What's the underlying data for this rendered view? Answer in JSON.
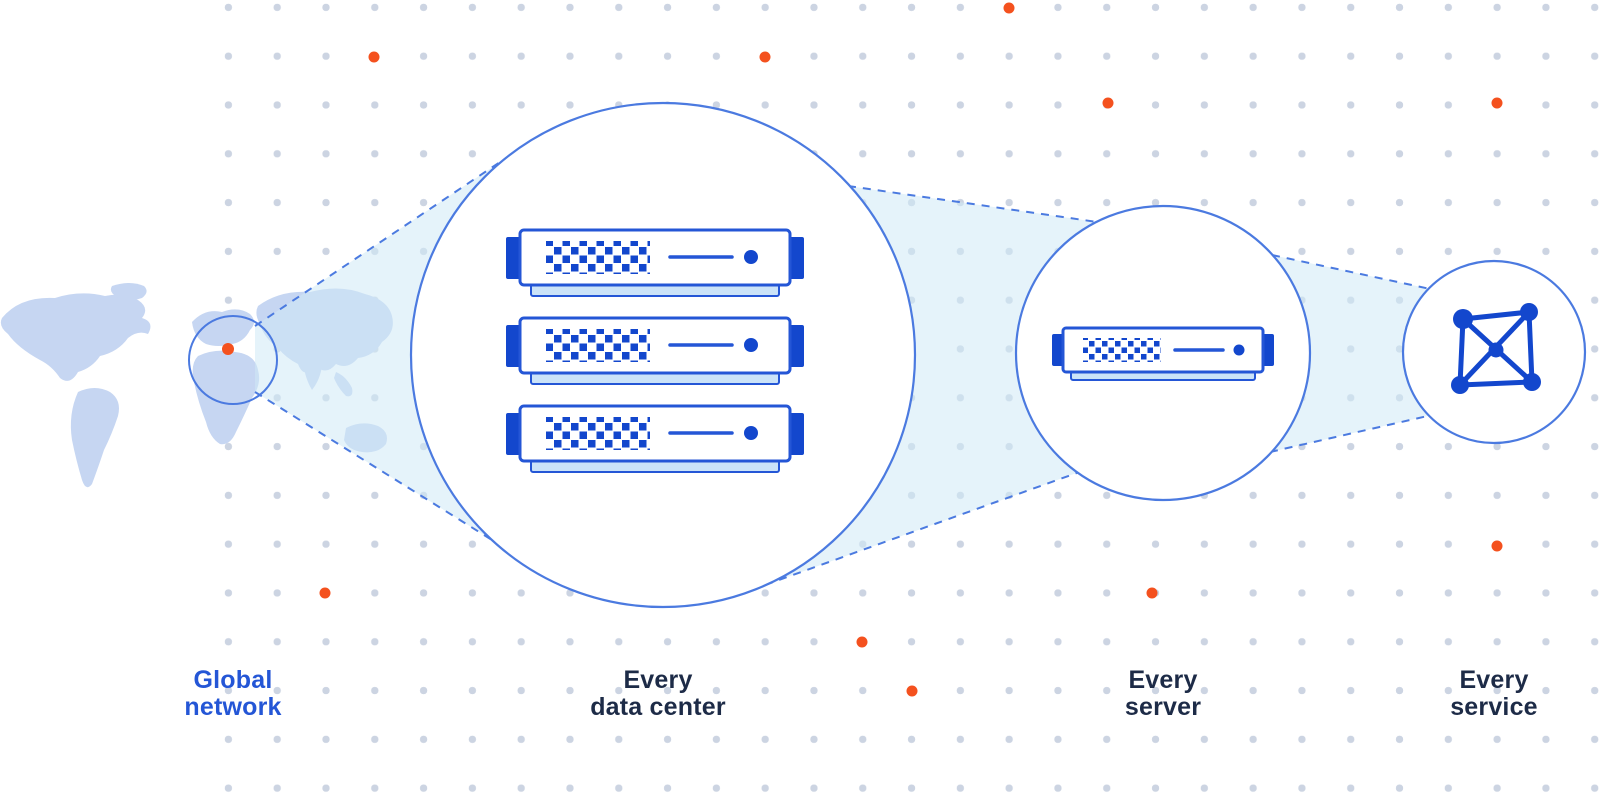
{
  "page": {
    "type": "network-scale-diagram",
    "background": "dot-grid"
  },
  "diagram": {
    "stages": [
      {
        "id": "global-network",
        "label_line1": "Global",
        "label_line2": "network",
        "icon": "world-map-highlight-icon",
        "emphasized": true
      },
      {
        "id": "every-data-center",
        "label_line1": "Every",
        "label_line2": "data center",
        "icon": "server-rack-stack-icon",
        "emphasized": false
      },
      {
        "id": "every-server",
        "label_line1": "Every",
        "label_line2": "server",
        "icon": "server-unit-icon",
        "emphasized": false
      },
      {
        "id": "every-service",
        "label_line1": "Every",
        "label_line2": "service",
        "icon": "network-mesh-icon",
        "emphasized": false
      }
    ]
  },
  "colors": {
    "accent_blue": "#2456d6",
    "stroke_blue": "#4b7ae0",
    "dark_blue": "#1347cd",
    "orange": "#f4511e",
    "cone_fill": "#cfeaf6",
    "map_fill": "#c6d6f2",
    "grid_dot": "#ccd4e2",
    "text_dark": "#1d2b47",
    "server_base": "#cbe3f8"
  }
}
